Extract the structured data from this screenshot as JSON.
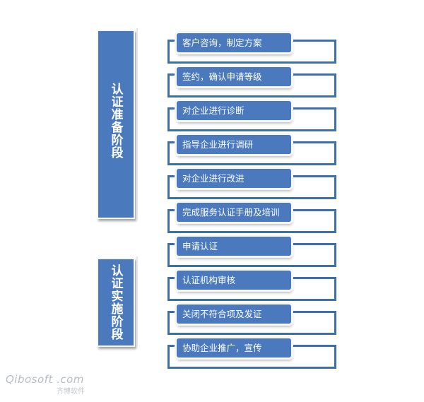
{
  "phases": [
    {
      "label": "认证准备阶段"
    },
    {
      "label": "认证实施阶段"
    }
  ],
  "steps": [
    {
      "label": "客户咨询，制定方案"
    },
    {
      "label": "签约，确认申请等级"
    },
    {
      "label": "对企业进行诊断"
    },
    {
      "label": "指导企业进行调研"
    },
    {
      "label": "对企业进行改进"
    },
    {
      "label": "完成服务认证手册及培训"
    },
    {
      "label": "申请认证"
    },
    {
      "label": "认证机构审核"
    },
    {
      "label": "关闭不符合项及发证"
    },
    {
      "label": "协助企业推广，宣传"
    }
  ],
  "watermark": {
    "text": "Qibosoft .com",
    "subtext": "齐博软件"
  },
  "colors": {
    "box": "#4a7abd",
    "bracket": "#3d6fae"
  }
}
